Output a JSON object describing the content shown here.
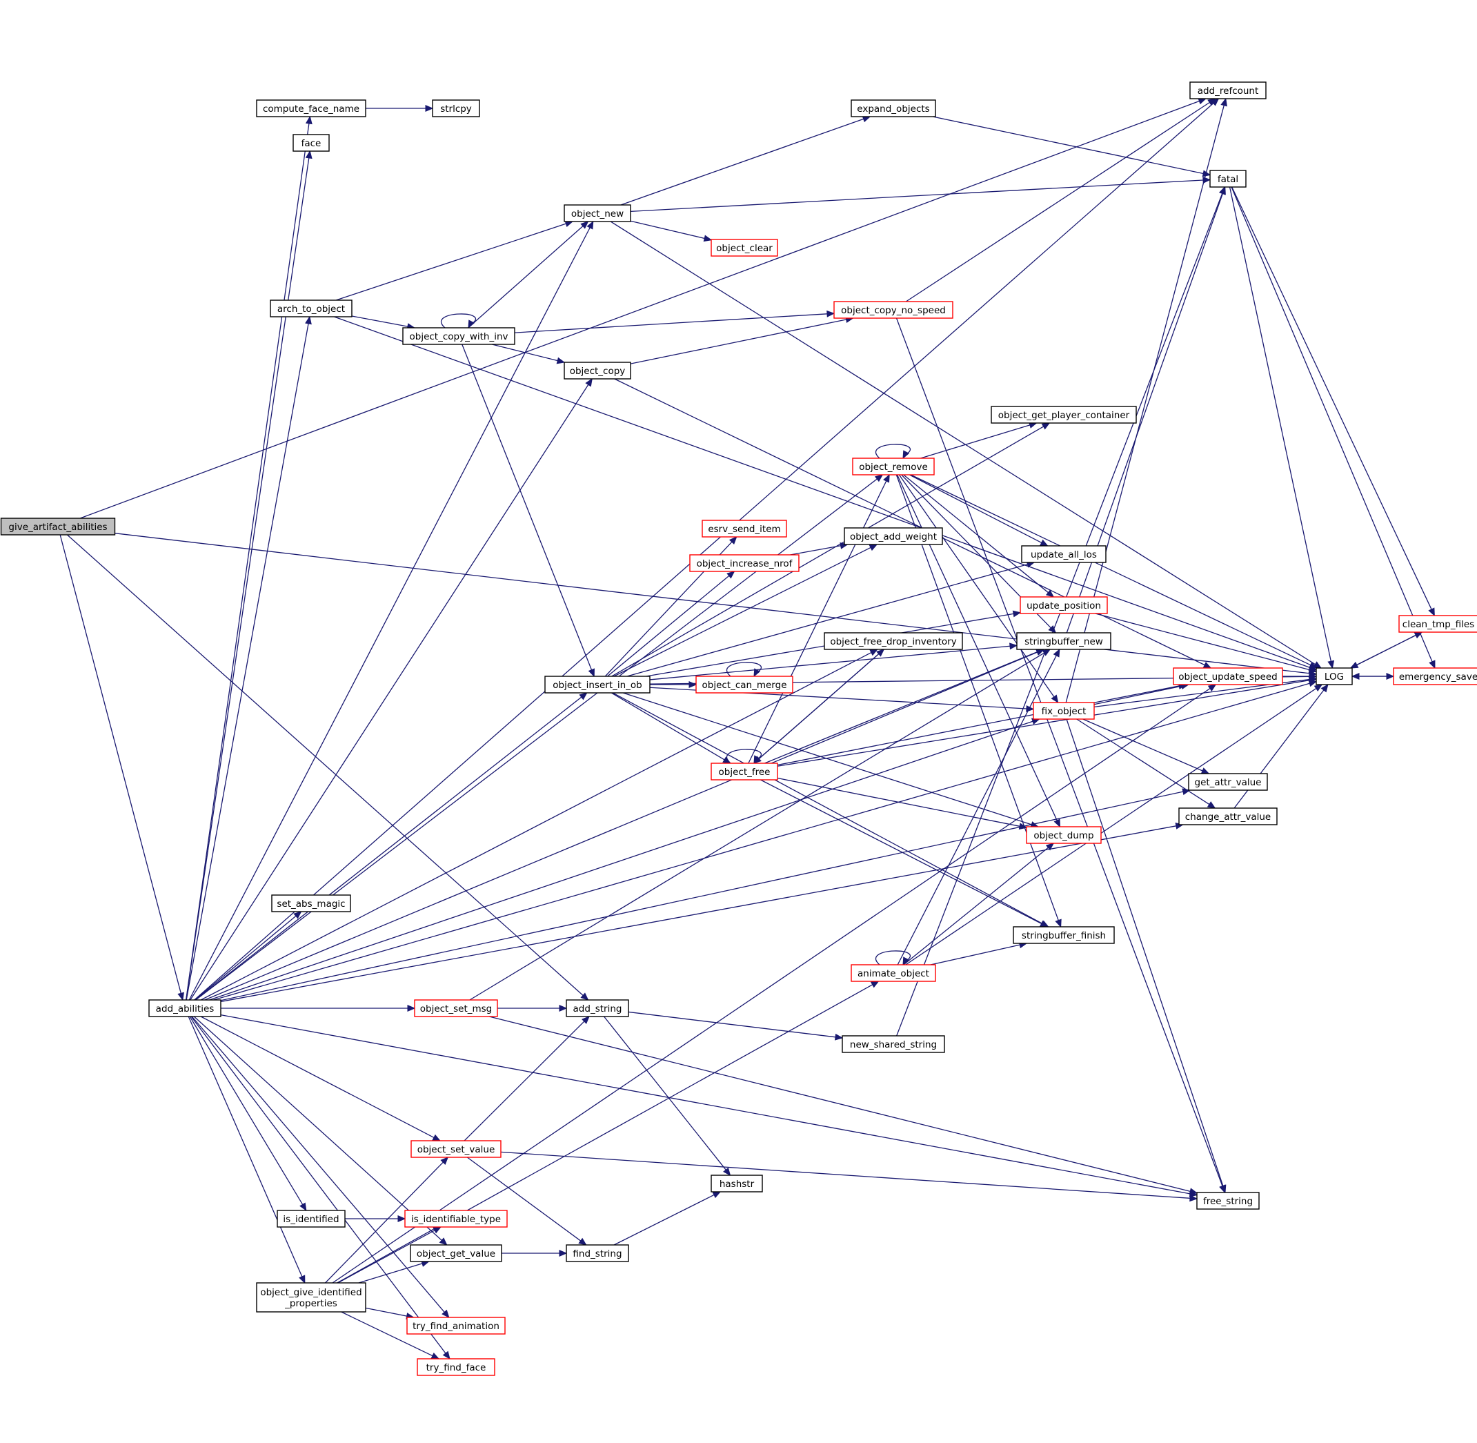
{
  "diagram": {
    "colors": {
      "edge": "#191970",
      "root_fill": "#bfbfbf",
      "node_fill": "#ffffff",
      "node_border": "#000000",
      "truncated_border": "#ff0000"
    },
    "nodes": [
      {
        "id": "give_artifact_abilities",
        "label": [
          "give_artifact_abilities"
        ],
        "style": "root"
      },
      {
        "id": "add_abilities",
        "label": [
          "add_abilities"
        ],
        "style": "normal"
      },
      {
        "id": "add_refcount",
        "label": [
          "add_refcount"
        ],
        "style": "normal"
      },
      {
        "id": "compute_face_name",
        "label": [
          "compute_face_name"
        ],
        "style": "normal"
      },
      {
        "id": "strlcpy",
        "label": [
          "strlcpy"
        ],
        "style": "normal"
      },
      {
        "id": "face",
        "label": [
          "face"
        ],
        "style": "normal"
      },
      {
        "id": "expand_objects",
        "label": [
          "expand_objects"
        ],
        "style": "normal"
      },
      {
        "id": "fatal",
        "label": [
          "fatal"
        ],
        "style": "normal"
      },
      {
        "id": "object_new",
        "label": [
          "object_new"
        ],
        "style": "normal"
      },
      {
        "id": "object_clear",
        "label": [
          "object_clear"
        ],
        "style": "truncated"
      },
      {
        "id": "arch_to_object",
        "label": [
          "arch_to_object"
        ],
        "style": "normal"
      },
      {
        "id": "object_copy_no_speed",
        "label": [
          "object_copy_no_speed"
        ],
        "style": "truncated"
      },
      {
        "id": "object_copy_with_inv",
        "label": [
          "object_copy_with_inv"
        ],
        "style": "normal"
      },
      {
        "id": "object_copy",
        "label": [
          "object_copy"
        ],
        "style": "normal"
      },
      {
        "id": "object_get_player_container",
        "label": [
          "object_get_player_container"
        ],
        "style": "normal"
      },
      {
        "id": "object_remove",
        "label": [
          "object_remove"
        ],
        "style": "truncated"
      },
      {
        "id": "esrv_send_item",
        "label": [
          "esrv_send_item"
        ],
        "style": "truncated"
      },
      {
        "id": "object_increase_nrof",
        "label": [
          "object_increase_nrof"
        ],
        "style": "truncated"
      },
      {
        "id": "object_add_weight",
        "label": [
          "object_add_weight"
        ],
        "style": "normal"
      },
      {
        "id": "update_all_los",
        "label": [
          "update_all_los"
        ],
        "style": "normal"
      },
      {
        "id": "update_position",
        "label": [
          "update_position"
        ],
        "style": "truncated"
      },
      {
        "id": "clean_tmp_files",
        "label": [
          "clean_tmp_files"
        ],
        "style": "truncated"
      },
      {
        "id": "object_free_drop_inventory",
        "label": [
          "object_free_drop_inventory"
        ],
        "style": "normal"
      },
      {
        "id": "stringbuffer_new",
        "label": [
          "stringbuffer_new"
        ],
        "style": "normal"
      },
      {
        "id": "object_insert_in_ob",
        "label": [
          "object_insert_in_ob"
        ],
        "style": "normal"
      },
      {
        "id": "object_can_merge",
        "label": [
          "object_can_merge"
        ],
        "style": "truncated"
      },
      {
        "id": "object_update_speed",
        "label": [
          "object_update_speed"
        ],
        "style": "truncated"
      },
      {
        "id": "LOG",
        "label": [
          "LOG"
        ],
        "style": "normal"
      },
      {
        "id": "emergency_save",
        "label": [
          "emergency_save"
        ],
        "style": "truncated"
      },
      {
        "id": "fix_object",
        "label": [
          "fix_object"
        ],
        "style": "truncated"
      },
      {
        "id": "object_free",
        "label": [
          "object_free"
        ],
        "style": "truncated"
      },
      {
        "id": "get_attr_value",
        "label": [
          "get_attr_value"
        ],
        "style": "normal"
      },
      {
        "id": "change_attr_value",
        "label": [
          "change_attr_value"
        ],
        "style": "normal"
      },
      {
        "id": "object_dump",
        "label": [
          "object_dump"
        ],
        "style": "truncated"
      },
      {
        "id": "set_abs_magic",
        "label": [
          "set_abs_magic"
        ],
        "style": "normal"
      },
      {
        "id": "stringbuffer_finish",
        "label": [
          "stringbuffer_finish"
        ],
        "style": "normal"
      },
      {
        "id": "animate_object",
        "label": [
          "animate_object"
        ],
        "style": "truncated"
      },
      {
        "id": "object_set_msg",
        "label": [
          "object_set_msg"
        ],
        "style": "truncated"
      },
      {
        "id": "add_string",
        "label": [
          "add_string"
        ],
        "style": "normal"
      },
      {
        "id": "new_shared_string",
        "label": [
          "new_shared_string"
        ],
        "style": "normal"
      },
      {
        "id": "object_set_value",
        "label": [
          "object_set_value"
        ],
        "style": "truncated"
      },
      {
        "id": "hashstr",
        "label": [
          "hashstr"
        ],
        "style": "normal"
      },
      {
        "id": "free_string",
        "label": [
          "free_string"
        ],
        "style": "normal"
      },
      {
        "id": "is_identified",
        "label": [
          "is_identified"
        ],
        "style": "normal"
      },
      {
        "id": "is_identifiable_type",
        "label": [
          "is_identifiable_type"
        ],
        "style": "truncated"
      },
      {
        "id": "object_get_value",
        "label": [
          "object_get_value"
        ],
        "style": "normal"
      },
      {
        "id": "find_string",
        "label": [
          "find_string"
        ],
        "style": "normal"
      },
      {
        "id": "object_give_identified_properties",
        "label": [
          "object_give_identified",
          "_properties"
        ],
        "style": "normal"
      },
      {
        "id": "try_find_animation",
        "label": [
          "try_find_animation"
        ],
        "style": "truncated"
      },
      {
        "id": "try_find_face",
        "label": [
          "try_find_face"
        ],
        "style": "truncated"
      }
    ],
    "edges": [
      [
        "give_artifact_abilities",
        "add_abilities"
      ],
      [
        "give_artifact_abilities",
        "add_refcount"
      ],
      [
        "give_artifact_abilities",
        "add_string"
      ],
      [
        "give_artifact_abilities",
        "LOG"
      ],
      [
        "add_abilities",
        "add_refcount"
      ],
      [
        "add_abilities",
        "compute_face_name"
      ],
      [
        "add_abilities",
        "face"
      ],
      [
        "add_abilities",
        "object_remove"
      ],
      [
        "add_abilities",
        "object_new"
      ],
      [
        "add_abilities",
        "arch_to_object"
      ],
      [
        "add_abilities",
        "object_free_drop_inventory"
      ],
      [
        "add_abilities",
        "object_copy"
      ],
      [
        "add_abilities",
        "set_abs_magic"
      ],
      [
        "add_abilities",
        "object_insert_in_ob"
      ],
      [
        "add_abilities",
        "stringbuffer_new"
      ],
      [
        "add_abilities",
        "object_set_msg"
      ],
      [
        "add_abilities",
        "fix_object"
      ],
      [
        "add_abilities",
        "change_attr_value"
      ],
      [
        "add_abilities",
        "free_string"
      ],
      [
        "add_abilities",
        "object_set_value"
      ],
      [
        "add_abilities",
        "is_identified"
      ],
      [
        "add_abilities",
        "object_get_value"
      ],
      [
        "add_abilities",
        "get_attr_value"
      ],
      [
        "add_abilities",
        "object_give_identified_properties"
      ],
      [
        "add_abilities",
        "try_find_animation"
      ],
      [
        "add_abilities",
        "try_find_face"
      ],
      [
        "add_abilities",
        "LOG"
      ],
      [
        "compute_face_name",
        "strlcpy"
      ],
      [
        "expand_objects",
        "fatal"
      ],
      [
        "object_new",
        "expand_objects"
      ],
      [
        "object_new",
        "fatal"
      ],
      [
        "object_new",
        "LOG"
      ],
      [
        "object_new",
        "object_clear"
      ],
      [
        "arch_to_object",
        "object_new"
      ],
      [
        "arch_to_object",
        "object_copy_with_inv"
      ],
      [
        "arch_to_object",
        "LOG"
      ],
      [
        "object_copy_with_inv",
        "object_copy_with_inv"
      ],
      [
        "object_copy_with_inv",
        "object_new"
      ],
      [
        "object_copy_with_inv",
        "object_copy_no_speed"
      ],
      [
        "object_copy_with_inv",
        "object_copy"
      ],
      [
        "object_copy_with_inv",
        "object_insert_in_ob"
      ],
      [
        "object_copy",
        "object_copy_no_speed"
      ],
      [
        "object_copy",
        "object_update_speed"
      ],
      [
        "object_copy_no_speed",
        "add_refcount"
      ],
      [
        "object_copy_no_speed",
        "free_string"
      ],
      [
        "fatal",
        "clean_tmp_files"
      ],
      [
        "fatal",
        "emergency_save"
      ],
      [
        "fatal",
        "LOG"
      ],
      [
        "object_remove",
        "object_remove"
      ],
      [
        "object_remove",
        "object_get_player_container"
      ],
      [
        "object_remove",
        "update_all_los"
      ],
      [
        "object_remove",
        "update_position"
      ],
      [
        "object_remove",
        "stringbuffer_new"
      ],
      [
        "object_remove",
        "fix_object"
      ],
      [
        "object_remove",
        "object_dump"
      ],
      [
        "object_remove",
        "stringbuffer_finish"
      ],
      [
        "object_remove",
        "LOG"
      ],
      [
        "object_insert_in_ob",
        "object_get_player_container"
      ],
      [
        "object_insert_in_ob",
        "esrv_send_item"
      ],
      [
        "object_insert_in_ob",
        "object_increase_nrof"
      ],
      [
        "object_insert_in_ob",
        "object_add_weight"
      ],
      [
        "object_insert_in_ob",
        "update_all_los"
      ],
      [
        "object_insert_in_ob",
        "update_position"
      ],
      [
        "object_insert_in_ob",
        "object_can_merge"
      ],
      [
        "object_insert_in_ob",
        "object_free"
      ],
      [
        "object_insert_in_ob",
        "fix_object"
      ],
      [
        "object_insert_in_ob",
        "object_dump"
      ],
      [
        "object_insert_in_ob",
        "stringbuffer_new"
      ],
      [
        "object_insert_in_ob",
        "stringbuffer_finish"
      ],
      [
        "object_insert_in_ob",
        "LOG"
      ],
      [
        "object_increase_nrof",
        "object_add_weight"
      ],
      [
        "object_can_merge",
        "object_can_merge"
      ],
      [
        "object_free",
        "object_free"
      ],
      [
        "object_free",
        "object_remove"
      ],
      [
        "object_free",
        "object_free_drop_inventory"
      ],
      [
        "object_free",
        "stringbuffer_new"
      ],
      [
        "object_free",
        "object_update_speed"
      ],
      [
        "object_free",
        "LOG"
      ],
      [
        "object_free",
        "object_dump"
      ],
      [
        "object_free",
        "stringbuffer_finish"
      ],
      [
        "object_free_drop_inventory",
        "object_free"
      ],
      [
        "stringbuffer_new",
        "fatal"
      ],
      [
        "update_position",
        "LOG"
      ],
      [
        "fix_object",
        "add_refcount"
      ],
      [
        "fix_object",
        "object_update_speed"
      ],
      [
        "fix_object",
        "LOG"
      ],
      [
        "fix_object",
        "get_attr_value"
      ],
      [
        "fix_object",
        "change_attr_value"
      ],
      [
        "fix_object",
        "free_string"
      ],
      [
        "object_update_speed",
        "LOG"
      ],
      [
        "change_attr_value",
        "LOG"
      ],
      [
        "clean_tmp_files",
        "LOG"
      ],
      [
        "emergency_save",
        "LOG"
      ],
      [
        "LOG",
        "clean_tmp_files"
      ],
      [
        "LOG",
        "emergency_save"
      ],
      [
        "animate_object",
        "animate_object"
      ],
      [
        "animate_object",
        "object_dump"
      ],
      [
        "animate_object",
        "stringbuffer_new"
      ],
      [
        "animate_object",
        "stringbuffer_finish"
      ],
      [
        "animate_object",
        "LOG"
      ],
      [
        "object_set_msg",
        "add_string"
      ],
      [
        "object_set_msg",
        "stringbuffer_new"
      ],
      [
        "object_set_msg",
        "free_string"
      ],
      [
        "add_string",
        "new_shared_string"
      ],
      [
        "add_string",
        "hashstr"
      ],
      [
        "new_shared_string",
        "fatal"
      ],
      [
        "object_set_value",
        "add_string"
      ],
      [
        "object_set_value",
        "find_string"
      ],
      [
        "object_set_value",
        "free_string"
      ],
      [
        "find_string",
        "hashstr"
      ],
      [
        "object_get_value",
        "find_string"
      ],
      [
        "is_identified",
        "is_identifiable_type"
      ],
      [
        "object_give_identified_properties",
        "object_set_value"
      ],
      [
        "object_give_identified_properties",
        "is_identifiable_type"
      ],
      [
        "object_give_identified_properties",
        "object_get_value"
      ],
      [
        "object_give_identified_properties",
        "animate_object"
      ],
      [
        "object_give_identified_properties",
        "object_update_speed"
      ],
      [
        "object_give_identified_properties",
        "try_find_animation"
      ],
      [
        "object_give_identified_properties",
        "try_find_face"
      ]
    ]
  }
}
